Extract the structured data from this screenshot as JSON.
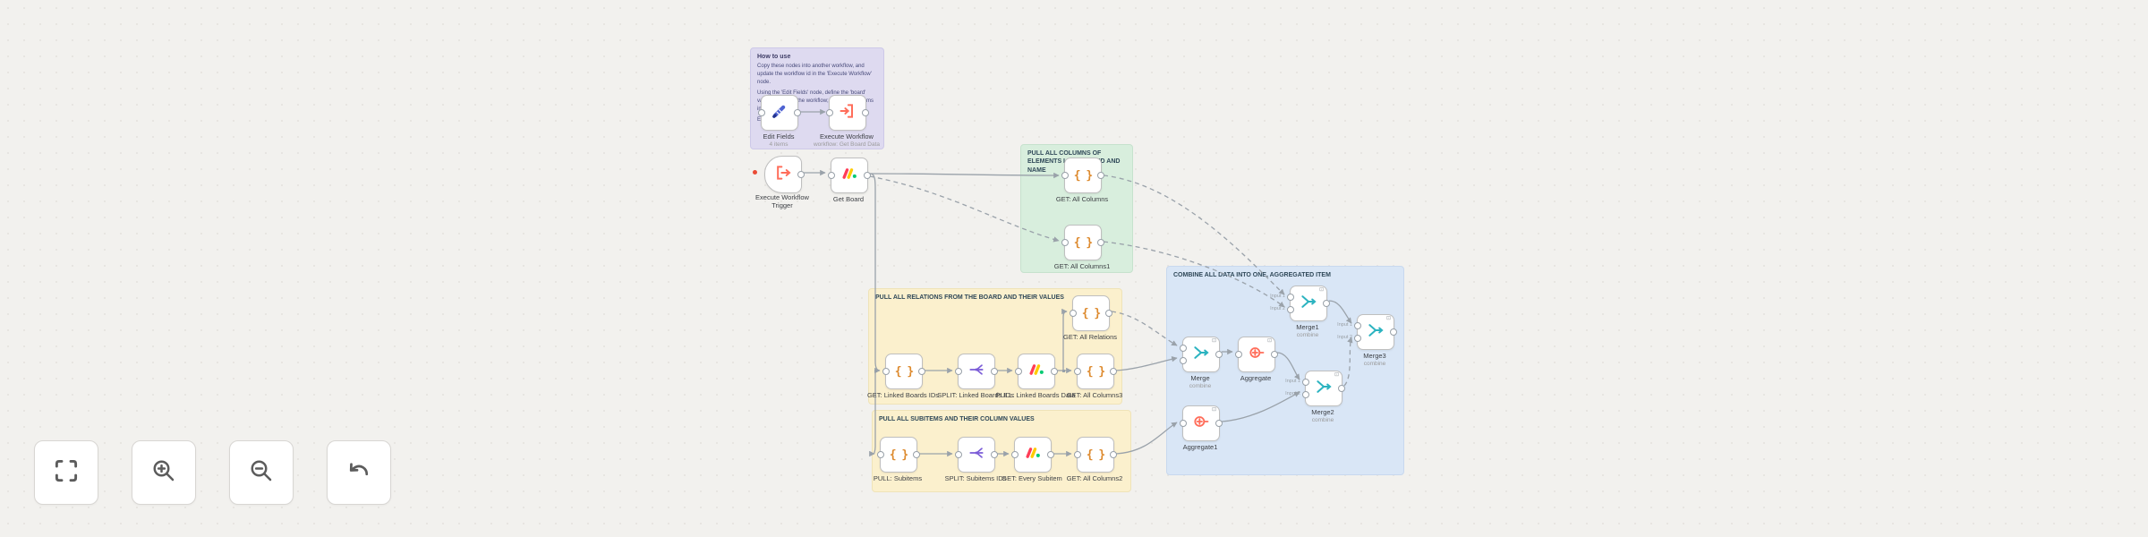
{
  "app": {
    "name": "workflow-canvas"
  },
  "stickies": {
    "how_to_use": {
      "title": "How to use",
      "body": [
        "Copy these nodes into another workflow, and update the workflow id in the 'Execute Workflow' node.",
        "Using the 'Edit Fields' node, define the 'board' variable and run the workflow; start moving items in portions.",
        "Enjoy!"
      ]
    },
    "columns": {
      "title": "PULL ALL COLUMNS OF ELEMENTS LINKED BY ID AND NAME"
    },
    "relations": {
      "title": "PULL ALL RELATIONS FROM THE BOARD AND THEIR VALUES"
    },
    "subitems": {
      "title": "PULL ALL SUBITEMS AND THEIR COLUMN VALUES"
    },
    "combine": {
      "title": "COMBINE ALL DATA INTO ONE, AGGREGATED ITEM"
    }
  },
  "nodes": {
    "edit_fields": {
      "label": "Edit Fields",
      "sub": "4 items"
    },
    "execute_workflow": {
      "label": "Execute Workflow",
      "sub": "workflow: Get Board Data"
    },
    "trigger": {
      "label": "Execute Workflow",
      "label2": "Trigger"
    },
    "get_board": {
      "label": "Get Board"
    },
    "get_all_columns": {
      "label": "GET: All Columns"
    },
    "get_all_columns1": {
      "label": "GET: All Columns1"
    },
    "get_all_relations": {
      "label": "GET: All Relations"
    },
    "get_linked_boards": {
      "label": "GET: Linked Boards IDs"
    },
    "split_linked_boards": {
      "label": "SPLIT: Linked Boards IDs"
    },
    "pull_linked_boards": {
      "label": "PULL: Linked Boards Data"
    },
    "get_all_columns3": {
      "label": "GET: All Columns3"
    },
    "pull_subitems": {
      "label": "PULL: Subitems"
    },
    "split_subitems": {
      "label": "SPLIT: Subitems IDs"
    },
    "get_every_subitem": {
      "label": "GET: Every Subitem"
    },
    "get_all_columns2": {
      "label": "GET: All Columns2"
    },
    "merge": {
      "label": "Merge",
      "sub": "combine"
    },
    "merge1": {
      "label": "Merge1",
      "sub": "combine"
    },
    "merge2": {
      "label": "Merge2",
      "sub": "combine"
    },
    "merge3": {
      "label": "Merge3",
      "sub": "combine"
    },
    "aggregate": {
      "label": "Aggregate"
    },
    "aggregate1": {
      "label": "Aggregate1"
    },
    "port_labels": {
      "input1": "Input 1",
      "input2": "Input 2"
    }
  },
  "icons": {
    "braces": "{ }",
    "node_badge_glyph": "⊡",
    "monday": "monday-m-logo",
    "edit_pencil": "blue-pencil",
    "execute_arrow": "arrow-into-bracket",
    "trigger_arrow": "bracket-arrow",
    "split": "split-branches",
    "merge": "converging-arrows",
    "aggregate": "collect-items",
    "fit_view": "corner-brackets",
    "zoom_in": "magnifier-plus",
    "zoom_out": "magnifier-minus",
    "undo": "curved-arrow-left"
  },
  "colors": {
    "sticky_purple": "#dedaf0",
    "sticky_green": "#d8eedd",
    "sticky_yellow": "#fbf0cd",
    "sticky_blue": "#d9e6f6",
    "connection": "#9aa2aa",
    "monday_red": "#ff3d57",
    "monday_yellow": "#ffcb00",
    "monday_green": "#00ca72",
    "braces_orange": "#dd8a2e",
    "pencil_blue": "#4f63d2",
    "execute_orange": "#ff6d5a",
    "split_purple": "#7a5bd7",
    "merge_teal": "#2bb3c0",
    "error_red": "#ea4b35"
  }
}
